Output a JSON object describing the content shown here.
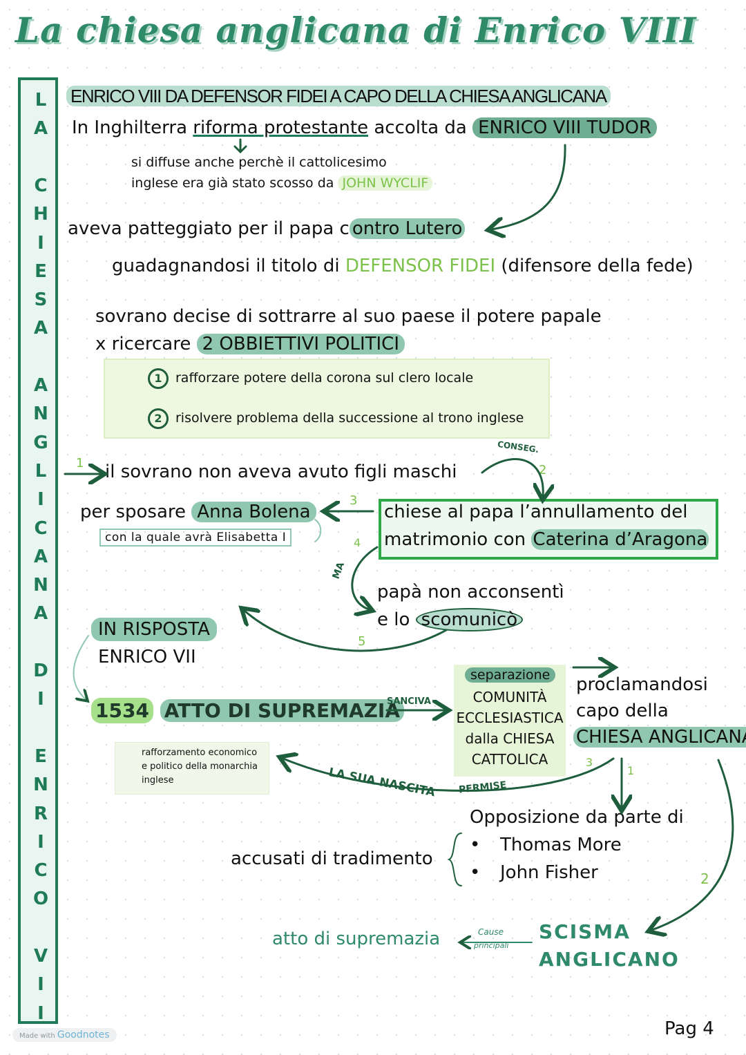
{
  "title": "La chiesa anglicana di Enrico VIII",
  "sidebar_letters": [
    "L",
    "A",
    "",
    "C",
    "H",
    "I",
    "E",
    "S",
    "A",
    "",
    "A",
    "N",
    "G",
    "L",
    "I",
    "C",
    "A",
    "N",
    "A",
    "",
    "D",
    "I",
    "",
    "E",
    "N",
    "R",
    "I",
    "C",
    "O",
    "",
    "V",
    "I",
    "I"
  ],
  "subtitle": "ENRICO VIII DA DEFENSOR FIDEI A CAPO DELLA CHIESA ANGLICANA",
  "intro": {
    "pre": "In Inghilterra ",
    "riforma": "riforma protestante",
    "mid": " accolta da",
    "enrico": "ENRICO VIII TUDOR"
  },
  "diffusion": {
    "line1": "si diffuse anche perchè il cattolicesimo",
    "line2": "inglese era già stato scosso da",
    "wyclif": "JOHN WYCLIF"
  },
  "patteggiato": {
    "pre": "aveva patteggiato per il papa c",
    "hl": "ontro Lutero"
  },
  "titolo": {
    "pre": "guadagnandosi il titolo di ",
    "defensor": "DEFENSOR FIDEI",
    "post": " (difensore della fede)"
  },
  "sovrano": {
    "line1": "sovrano decise di sottrarre al suo paese il potere papale",
    "line2_pre": "x ricercare",
    "obiettivi": "2 OBBIETTIVI POLITICI"
  },
  "goals": [
    {
      "num": "1",
      "text": "rafforzare potere della corona sul clero locale"
    },
    {
      "num": "2",
      "text": "risolvere problema della successione al trono inglese"
    }
  ],
  "flow": {
    "n1": "1",
    "figli": "il sovrano non aveva avuto figli maschi",
    "conseg": "CONSEG.",
    "n2": "2",
    "sposare_pre": "per sposare ",
    "anna": "Anna Bolena",
    "elisabetta": "con la quale avrà Elisabetta I",
    "n3": "3",
    "annul_line1": "chiese al papa l’annullamento del",
    "annul_line2_pre": "matrimonio con ",
    "caterina": "Caterina d’Aragona",
    "n4": "4",
    "ma": "MA",
    "papa_line1": "papà non acconsentì",
    "papa_line2_pre": "e lo ",
    "scomunico": "scomunicò",
    "n5": "5"
  },
  "risposta": {
    "line1": "IN RISPOSTA",
    "line2": "ENRICO VII"
  },
  "atto": {
    "year": "1534",
    "name": "ATTO DI SUPREMAZIA",
    "sanciva": "SANCIVA"
  },
  "separazione": {
    "title": "separazione",
    "lines": [
      "COMUNITÀ",
      "ECCLESIASTICA",
      "dalla CHIESA",
      "CATTOLICA"
    ]
  },
  "proclamandosi": {
    "line1": "proclamandosi",
    "line2": "capo della",
    "chiesa": "CHIESA ANGLICANA"
  },
  "nascita": {
    "label1": "LA SUA NASCITA",
    "label2": "PERMISE",
    "n3": "3",
    "n1": "1",
    "n2": "2"
  },
  "rafforzamento": [
    "rafforzamento economico",
    "e politico della monarchia",
    "inglese"
  ],
  "opposizione": {
    "title": "Opposizione da parte di",
    "names": [
      "Thomas More",
      "John Fisher"
    ],
    "accusati": "accusati di tradimento",
    "bullet": "•"
  },
  "scisma": {
    "line1": "SCISMA",
    "line2": "ANGLICANO",
    "cause": "Cause",
    "principali": "principali",
    "atto": "atto di supremazia"
  },
  "page": "Pag 4",
  "footer": {
    "made": "Made with",
    "brand": "Goodnotes"
  },
  "colors": {
    "dark_green": "#1f5e3c",
    "teal": "#2e8a68",
    "lime": "#7cc24a",
    "highlight": "#8fc7b0"
  }
}
